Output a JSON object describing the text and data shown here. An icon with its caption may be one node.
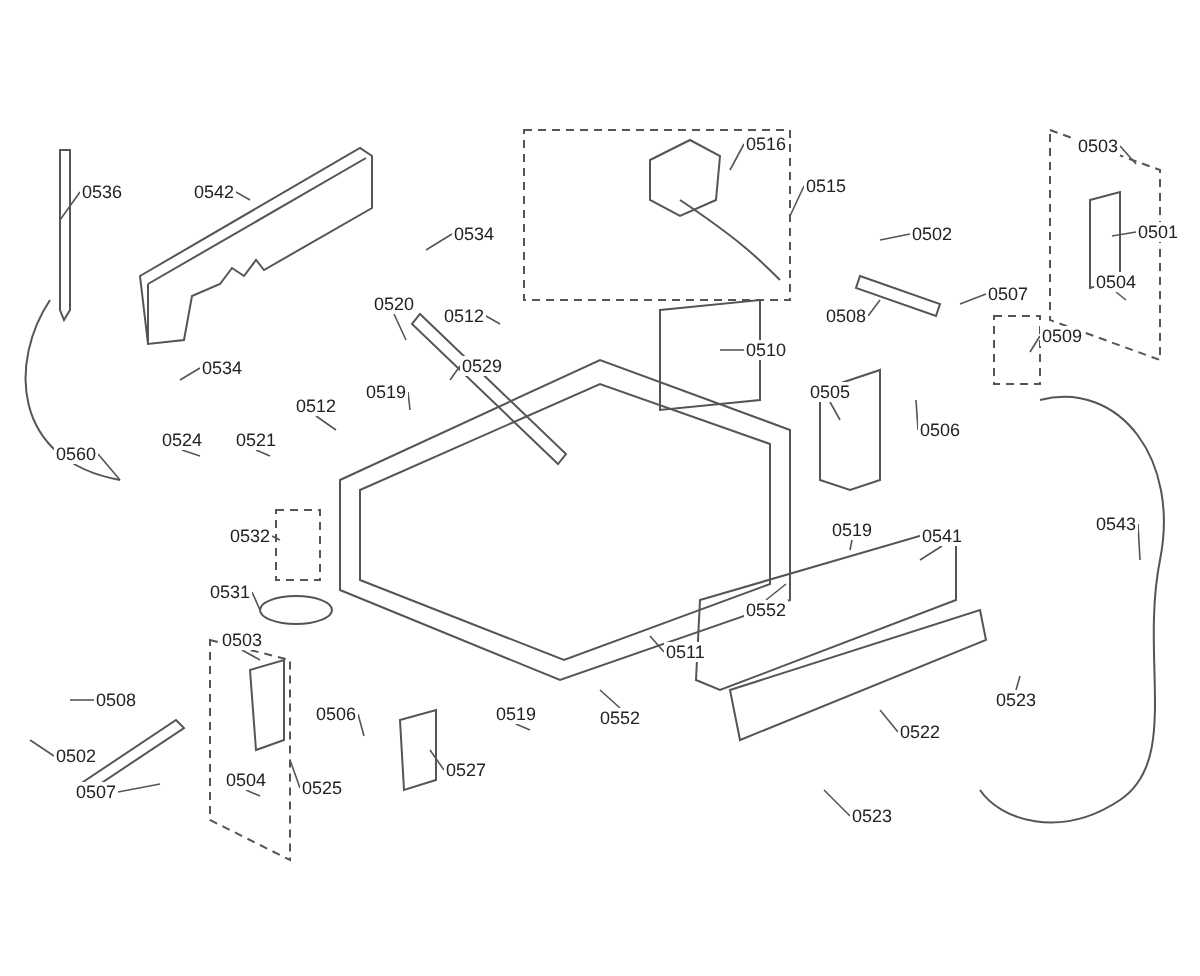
{
  "diagram": {
    "nodes": [
      {
        "text": [
          "0516"
        ]
      },
      {
        "text": [
          "0536"
        ]
      },
      {
        "text": [
          "0542"
        ]
      },
      {
        "text": [
          "0515"
        ]
      },
      {
        "text": [
          "0503"
        ]
      },
      {
        "text": [
          "0501"
        ]
      },
      {
        "text": [
          "0534"
        ]
      },
      {
        "text": [
          "0502"
        ]
      },
      {
        "text": [
          "0507"
        ]
      },
      {
        "text": [
          "0508"
        ]
      },
      {
        "text": [
          "0512"
        ]
      },
      {
        "text": [
          "0520"
        ]
      },
      {
        "text": [
          "0529"
        ]
      },
      {
        "text": [
          "0519"
        ]
      },
      {
        "text": [
          "0534"
        ]
      },
      {
        "text": [
          "0510"
        ]
      },
      {
        "text": [
          "0504"
        ]
      },
      {
        "text": [
          "0509"
        ]
      },
      {
        "text": [
          "0505"
        ]
      },
      {
        "text": [
          "0506"
        ]
      },
      {
        "text": [
          "0512"
        ]
      },
      {
        "text": [
          "0521"
        ]
      },
      {
        "text": [
          "0524"
        ]
      },
      {
        "text": [
          "0560"
        ]
      },
      {
        "text": [
          "0532"
        ]
      },
      {
        "text": [
          "0519"
        ]
      },
      {
        "text": [
          "0541"
        ]
      },
      {
        "text": [
          "0543"
        ]
      },
      {
        "text": [
          "0531"
        ]
      },
      {
        "text": [
          "0552"
        ]
      },
      {
        "text": [
          "0503"
        ]
      },
      {
        "text": [
          "0511"
        ]
      },
      {
        "text": [
          "0508"
        ]
      },
      {
        "text": [
          "0523"
        ]
      },
      {
        "text": [
          "0506"
        ]
      },
      {
        "text": [
          "0502"
        ]
      },
      {
        "text": [
          "0519"
        ]
      },
      {
        "text": [
          "0552"
        ]
      },
      {
        "text": [
          "0525"
        ]
      },
      {
        "text": [
          "0504"
        ]
      },
      {
        "text": [
          "0527"
        ]
      },
      {
        "text": [
          "0522"
        ]
      },
      {
        "text": [
          "0507"
        ]
      },
      {
        "text": [
          "0523"
        ]
      }
    ],
    "edges": [
      {
        "from": 0,
        "to": null,
        "arrow": "none"
      },
      {
        "from": 1,
        "to": null,
        "arrow": "none"
      },
      {
        "from": 2,
        "to": null,
        "arrow": "none"
      },
      {
        "from": 3,
        "to": null,
        "arrow": "none"
      },
      {
        "from": 4,
        "to": null,
        "arrow": "none"
      },
      {
        "from": 5,
        "to": null,
        "arrow": "none"
      },
      {
        "from": 6,
        "to": null,
        "arrow": "none"
      },
      {
        "from": 7,
        "to": null,
        "arrow": "none"
      },
      {
        "from": 8,
        "to": null,
        "arrow": "none"
      },
      {
        "from": 9,
        "to": null,
        "arrow": "none"
      },
      {
        "from": 10,
        "to": null,
        "arrow": "none"
      },
      {
        "from": 11,
        "to": null,
        "arrow": "none"
      },
      {
        "from": 12,
        "to": null,
        "arrow": "none"
      },
      {
        "from": 13,
        "to": null,
        "arrow": "none"
      },
      {
        "from": 14,
        "to": null,
        "arrow": "none"
      },
      {
        "from": 15,
        "to": null,
        "arrow": "none"
      },
      {
        "from": 16,
        "to": null,
        "arrow": "none"
      },
      {
        "from": 17,
        "to": null,
        "arrow": "none"
      },
      {
        "from": 18,
        "to": null,
        "arrow": "none"
      },
      {
        "from": 19,
        "to": null,
        "arrow": "none"
      },
      {
        "from": 20,
        "to": null,
        "arrow": "none"
      },
      {
        "from": 21,
        "to": null,
        "arrow": "none"
      },
      {
        "from": 22,
        "to": null,
        "arrow": "none"
      },
      {
        "from": 23,
        "to": null,
        "arrow": "none"
      },
      {
        "from": 24,
        "to": null,
        "arrow": "none"
      },
      {
        "from": 25,
        "to": null,
        "arrow": "none"
      },
      {
        "from": 26,
        "to": null,
        "arrow": "none"
      },
      {
        "from": 27,
        "to": null,
        "arrow": "none"
      },
      {
        "from": 28,
        "to": null,
        "arrow": "none"
      },
      {
        "from": 29,
        "to": null,
        "arrow": "none"
      },
      {
        "from": 30,
        "to": null,
        "arrow": "none"
      },
      {
        "from": 31,
        "to": null,
        "arrow": "none"
      },
      {
        "from": 32,
        "to": null,
        "arrow": "none"
      },
      {
        "from": 33,
        "to": null,
        "arrow": "none"
      },
      {
        "from": 34,
        "to": null,
        "arrow": "none"
      },
      {
        "from": 35,
        "to": null,
        "arrow": "none"
      },
      {
        "from": 36,
        "to": null,
        "arrow": "none"
      },
      {
        "from": 37,
        "to": null,
        "arrow": "none"
      },
      {
        "from": 38,
        "to": null,
        "arrow": "none"
      },
      {
        "from": 39,
        "to": null,
        "arrow": "none"
      },
      {
        "from": 40,
        "to": null,
        "arrow": "none"
      },
      {
        "from": 41,
        "to": null,
        "arrow": "none"
      },
      {
        "from": 42,
        "to": null,
        "arrow": "none"
      },
      {
        "from": 43,
        "to": null,
        "arrow": "none"
      }
    ]
  }
}
